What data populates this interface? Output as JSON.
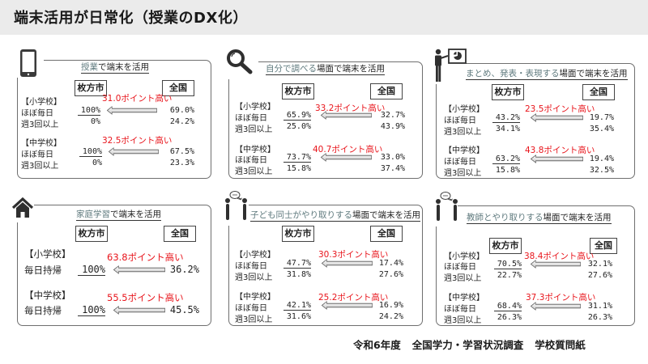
{
  "header": {
    "title": "端末活用が日常化（授業のDX化）"
  },
  "labels": {
    "city": "枚方市",
    "national": "全国",
    "elementary": "【小学校】",
    "junior_high": "【中学校】",
    "daily": "ほぼ毎日",
    "weekly3": "週3回以上",
    "take_home_daily": "毎日持帰"
  },
  "panels": [
    {
      "id": "class",
      "icon": "tablet-icon",
      "title_lead": "授業",
      "title_rest": "で端末を活用",
      "elementary": {
        "diff": "31.0ポイント高い",
        "daily_city": "100%",
        "daily_nat": "69.0%",
        "weekly_city": "0%",
        "weekly_nat": "24.2%"
      },
      "junior_high": {
        "diff": "32.5ポイント高い",
        "daily_city": "100%",
        "daily_nat": "67.5%",
        "weekly_city": "0%",
        "weekly_nat": "23.3%"
      }
    },
    {
      "id": "research",
      "icon": "magnifier-icon",
      "title_lead": "自分で調べる",
      "title_rest": "場面で端末を活用",
      "elementary": {
        "diff": "33.2ポイント高い",
        "daily_city": "65.9%",
        "daily_nat": "32.7%",
        "weekly_city": "25.0%",
        "weekly_nat": "43.9%"
      },
      "junior_high": {
        "diff": "40.7ポイント高い",
        "daily_city": "73.7%",
        "daily_nat": "33.0%",
        "weekly_city": "15.8%",
        "weekly_nat": "37.4%"
      }
    },
    {
      "id": "presentation",
      "icon": "presenter-icon",
      "title_lead": "まとめ、発表・表現する",
      "title_rest": "場面で端末を活用",
      "elementary": {
        "diff": "23.5ポイント高い",
        "daily_city": "43.2%",
        "daily_nat": "19.7%",
        "weekly_city": "34.1%",
        "weekly_nat": "35.4%"
      },
      "junior_high": {
        "diff": "43.8ポイント高い",
        "daily_city": "63.2%",
        "daily_nat": "19.4%",
        "weekly_city": "15.8%",
        "weekly_nat": "32.5%"
      }
    },
    {
      "id": "home",
      "icon": "house-icon",
      "title_lead": "家庭学習",
      "title_rest": "で端末を活用",
      "elementary": {
        "diff": "63.8ポイント高い",
        "daily_city": "100%",
        "daily_nat": "36.2%"
      },
      "junior_high": {
        "diff": "55.5ポイント高い",
        "daily_city": "100%",
        "daily_nat": "45.5%"
      }
    },
    {
      "id": "peers",
      "icon": "two-people-chat-icon",
      "title_lead": "子ども同士がやり取りする",
      "title_rest": "場面で端末を活用",
      "elementary": {
        "diff": "30.3ポイント高い",
        "daily_city": "47.7%",
        "daily_nat": "17.4%",
        "weekly_city": "31.8%",
        "weekly_nat": "27.6%"
      },
      "junior_high": {
        "diff": "25.2ポイント高い",
        "daily_city": "42.1%",
        "daily_nat": "16.9%",
        "weekly_city": "31.6%",
        "weekly_nat": "24.2%"
      }
    },
    {
      "id": "teacher",
      "icon": "two-people-chat-icon",
      "title_lead": "教師とやり取りする",
      "title_rest": "場面で端末を活用",
      "elementary": {
        "diff": "38.4ポイント高い",
        "daily_city": "70.5%",
        "daily_nat": "32.1%",
        "weekly_city": "22.7%",
        "weekly_nat": "27.6%"
      },
      "junior_high": {
        "diff": "37.3ポイント高い",
        "daily_city": "68.4%",
        "daily_nat": "31.1%",
        "weekly_city": "26.3%",
        "weekly_nat": "26.3%"
      }
    }
  ],
  "footer": {
    "year": "令和6年度",
    "survey": "全国学力・学習状況調査",
    "type": "学校質問紙"
  },
  "colors": {
    "highlight_red": "#e8141b",
    "title_bar_bg": "#ebebeb",
    "title_lead_text": "#5f7a7e",
    "border": "#6f6f6f"
  }
}
